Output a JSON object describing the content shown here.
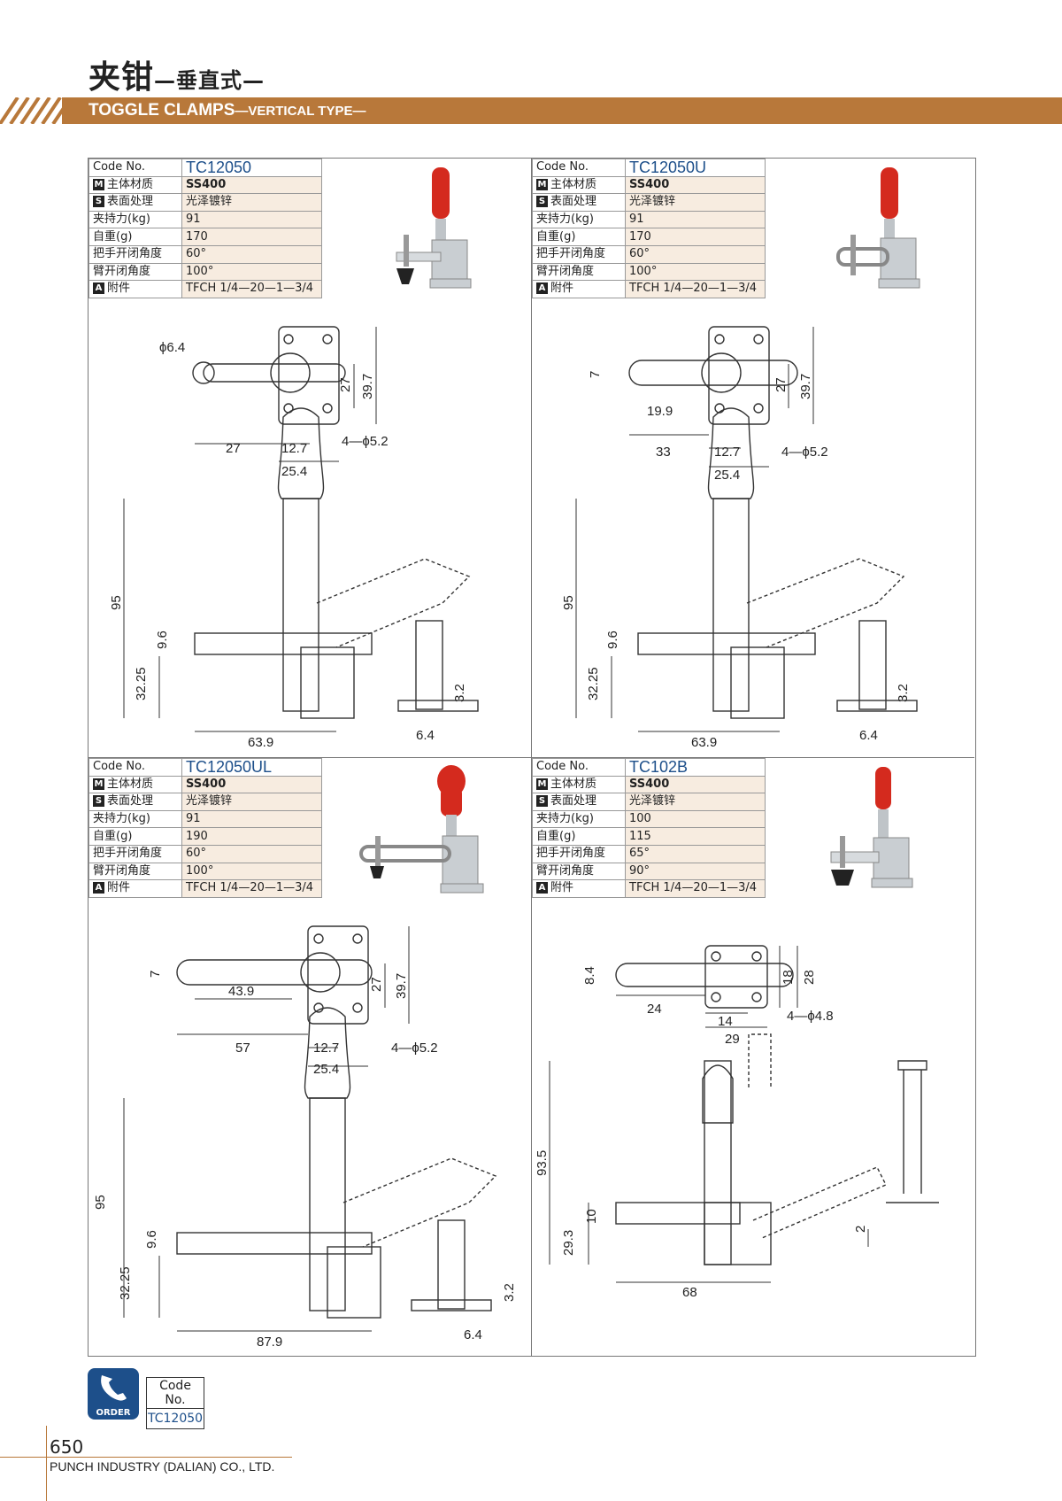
{
  "header": {
    "title_cn": "夹钳",
    "title_cn_sub": "—垂直式—",
    "title_en": "TOGGLE CLAMPS",
    "title_en_sub": "—VERTICAL TYPE—"
  },
  "spec_labels": {
    "code": "Code No.",
    "material": "主体材质",
    "surface": "表面处理",
    "force": "夹持力(kg)",
    "weight": "自重(g)",
    "handle_angle": "把手开闭角度",
    "arm_angle": "臂开闭角度",
    "accessory": "附件",
    "badge_m": "M",
    "badge_s": "S",
    "badge_a": "A"
  },
  "products": [
    {
      "code": "TC12050",
      "material": "SS400",
      "surface": "光泽镀锌",
      "force": "91",
      "weight": "170",
      "handle_angle": "60°",
      "arm_angle": "100°",
      "accessory": "TFCH 1/4—20—1—3/4",
      "dims": {
        "hole": "ϕ6.4",
        "d27": "27",
        "d12": "12.7",
        "d25": "25.4",
        "d27v": "27",
        "d397": "39.7",
        "holes": "4—ϕ5.2",
        "h95": "95",
        "h96": "9.6",
        "h3225": "32.25",
        "w639": "63.9",
        "t32": "3.2",
        "t64": "6.4"
      }
    },
    {
      "code": "TC12050U",
      "material": "SS400",
      "surface": "光泽镀锌",
      "force": "91",
      "weight": "170",
      "handle_angle": "60°",
      "arm_angle": "100°",
      "accessory": "TFCH 1/4—20—1—3/4",
      "dims": {
        "d7": "7",
        "d199": "19.9",
        "d33": "33",
        "d12": "12.7",
        "d25": "25.4",
        "d27v": "27",
        "d397": "39.7",
        "holes": "4—ϕ5.2",
        "h95": "95",
        "h96": "9.6",
        "h3225": "32.25",
        "w639": "63.9",
        "t32": "3.2",
        "t64": "6.4"
      }
    },
    {
      "code": "TC12050UL",
      "material": "SS400",
      "surface": "光泽镀锌",
      "force": "91",
      "weight": "190",
      "handle_angle": "60°",
      "arm_angle": "100°",
      "accessory": "TFCH 1/4—20—1—3/4",
      "dims": {
        "d7": "7",
        "d439": "43.9",
        "d57": "57",
        "d12": "12.7",
        "d25": "25.4",
        "d27v": "27",
        "d397": "39.7",
        "holes": "4—ϕ5.2",
        "h95": "95",
        "h96": "9.6",
        "h3225": "32.25",
        "w879": "87.9",
        "t32": "3.2",
        "t64": "6.4"
      }
    },
    {
      "code": "TC102B",
      "material": "SS400",
      "surface": "光泽镀锌",
      "force": "100",
      "weight": "115",
      "handle_angle": "65°",
      "arm_angle": "90°",
      "accessory": "TFCH 1/4—20—1—3/4",
      "dims": {
        "d84": "8.4",
        "d24": "24",
        "d14": "14",
        "d29": "29",
        "d18": "18",
        "d28": "28",
        "holes": "4—ϕ4.8",
        "h935": "93.5",
        "h10": "10",
        "h293": "29.3",
        "w68": "68",
        "t2": "2"
      }
    }
  ],
  "order": {
    "logo_text": "ORDER",
    "label": "Code No.",
    "code": "TC12050"
  },
  "footer": {
    "page": "650",
    "company": "PUNCH INDUSTRY (DALIAN) CO., LTD."
  },
  "colors": {
    "accent": "#b8783a",
    "code_blue": "#1d4f8a",
    "value_bg": "#f7ece0",
    "handle_red": "#d42a1e"
  }
}
